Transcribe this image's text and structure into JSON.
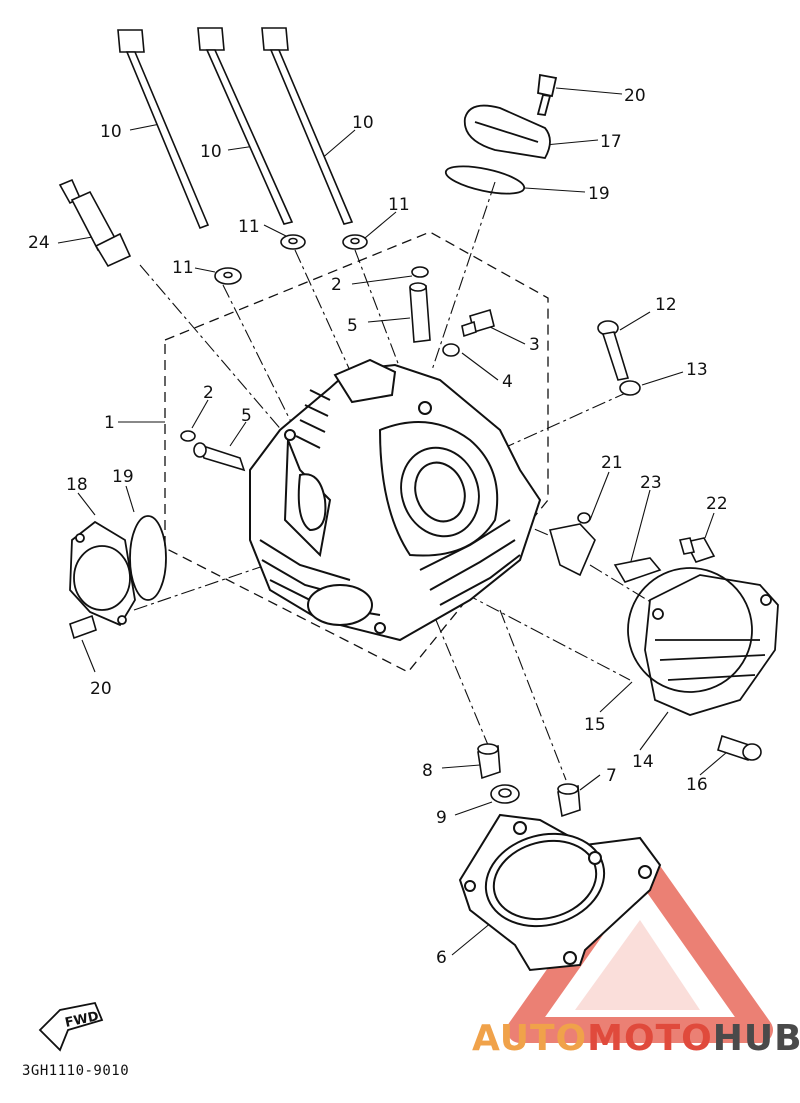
{
  "diagram": {
    "doc_code": "3GH1110-9010",
    "fwd_label": "FWD",
    "callouts": [
      {
        "id": "c10a",
        "text": "10"
      },
      {
        "id": "c10b",
        "text": "10"
      },
      {
        "id": "c10c",
        "text": "10"
      },
      {
        "id": "c11a",
        "text": "11"
      },
      {
        "id": "c11b",
        "text": "11"
      },
      {
        "id": "c11c",
        "text": "11"
      },
      {
        "id": "c24",
        "text": "24"
      },
      {
        "id": "c20a",
        "text": "20"
      },
      {
        "id": "c17",
        "text": "17"
      },
      {
        "id": "c19a",
        "text": "19"
      },
      {
        "id": "c2a",
        "text": "2"
      },
      {
        "id": "c5a",
        "text": "5"
      },
      {
        "id": "c3",
        "text": "3"
      },
      {
        "id": "c4",
        "text": "4"
      },
      {
        "id": "c12",
        "text": "12"
      },
      {
        "id": "c13",
        "text": "13"
      },
      {
        "id": "c1",
        "text": "1"
      },
      {
        "id": "c2b",
        "text": "2"
      },
      {
        "id": "c5b",
        "text": "5"
      },
      {
        "id": "c18",
        "text": "18"
      },
      {
        "id": "c19b",
        "text": "19"
      },
      {
        "id": "c21",
        "text": "21"
      },
      {
        "id": "c23",
        "text": "23"
      },
      {
        "id": "c22",
        "text": "22"
      },
      {
        "id": "c20b",
        "text": "20"
      },
      {
        "id": "c15",
        "text": "15"
      },
      {
        "id": "c14",
        "text": "14"
      },
      {
        "id": "c16",
        "text": "16"
      },
      {
        "id": "c8",
        "text": "8"
      },
      {
        "id": "c7",
        "text": "7"
      },
      {
        "id": "c9",
        "text": "9"
      },
      {
        "id": "c6",
        "text": "6"
      }
    ]
  },
  "watermark": {
    "part1": "AUTO",
    "part2": "MOTO",
    "part3": "HUB",
    "colors": {
      "auto": "#f0a24a",
      "moto": "#e04a3c",
      "hub": "#4a4a4a"
    }
  }
}
